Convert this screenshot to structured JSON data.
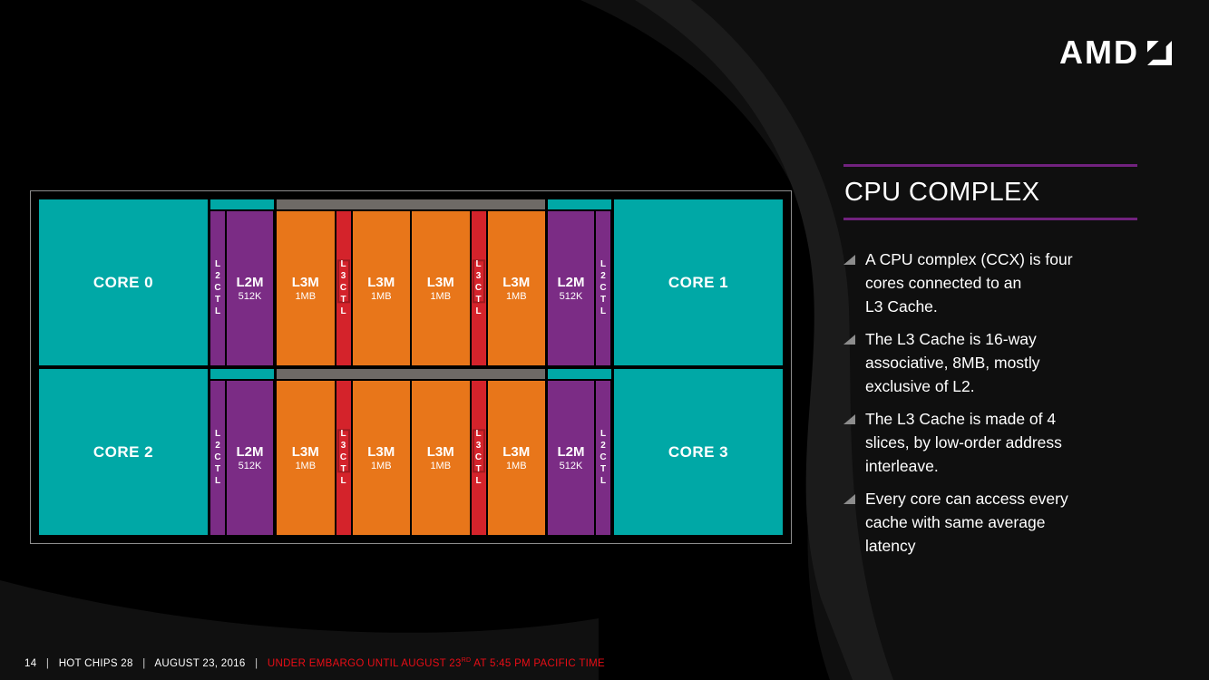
{
  "logo": {
    "text": "AMD"
  },
  "diagram": {
    "rows": [
      {
        "left_core": "CORE 0",
        "right_core": "CORE 1"
      },
      {
        "left_core": "CORE 2",
        "right_core": "CORE 3"
      }
    ],
    "l2ctl": "L2CTL",
    "l3ctl": "L3CTL",
    "l2m_label": "L2M",
    "l2m_size": "512K",
    "l3m_label": "L3M",
    "l3m_size": "1MB"
  },
  "panel": {
    "title": "CPU COMPLEX",
    "bullets": [
      "A CPU complex (CCX) is four\ncores connected to an\nL3 Cache.",
      "The L3 Cache is 16-way\nassociative, 8MB, mostly\nexclusive of L2.",
      "The L3 Cache is made of 4\nslices, by low-order address\ninterleave.",
      "Every core can access every\ncache with same average\nlatency"
    ]
  },
  "footer": {
    "page": "14",
    "separator": "|",
    "event": "HOT CHIPS 28",
    "date": "AUGUST 23, 2016",
    "embargo_pre": "UNDER EMBARGO UNTIL AUGUST 23",
    "embargo_sup": "RD",
    "embargo_post": " AT 5:45 PM PACIFIC TIME"
  },
  "colors": {
    "teal": "#00a8a6",
    "purple": "#7b2c85",
    "orange": "#e8761a",
    "red": "#d4232b",
    "bar_gray": "#6e6a66",
    "rule_purple": "#71227e",
    "embargo_red": "#e90d16"
  }
}
